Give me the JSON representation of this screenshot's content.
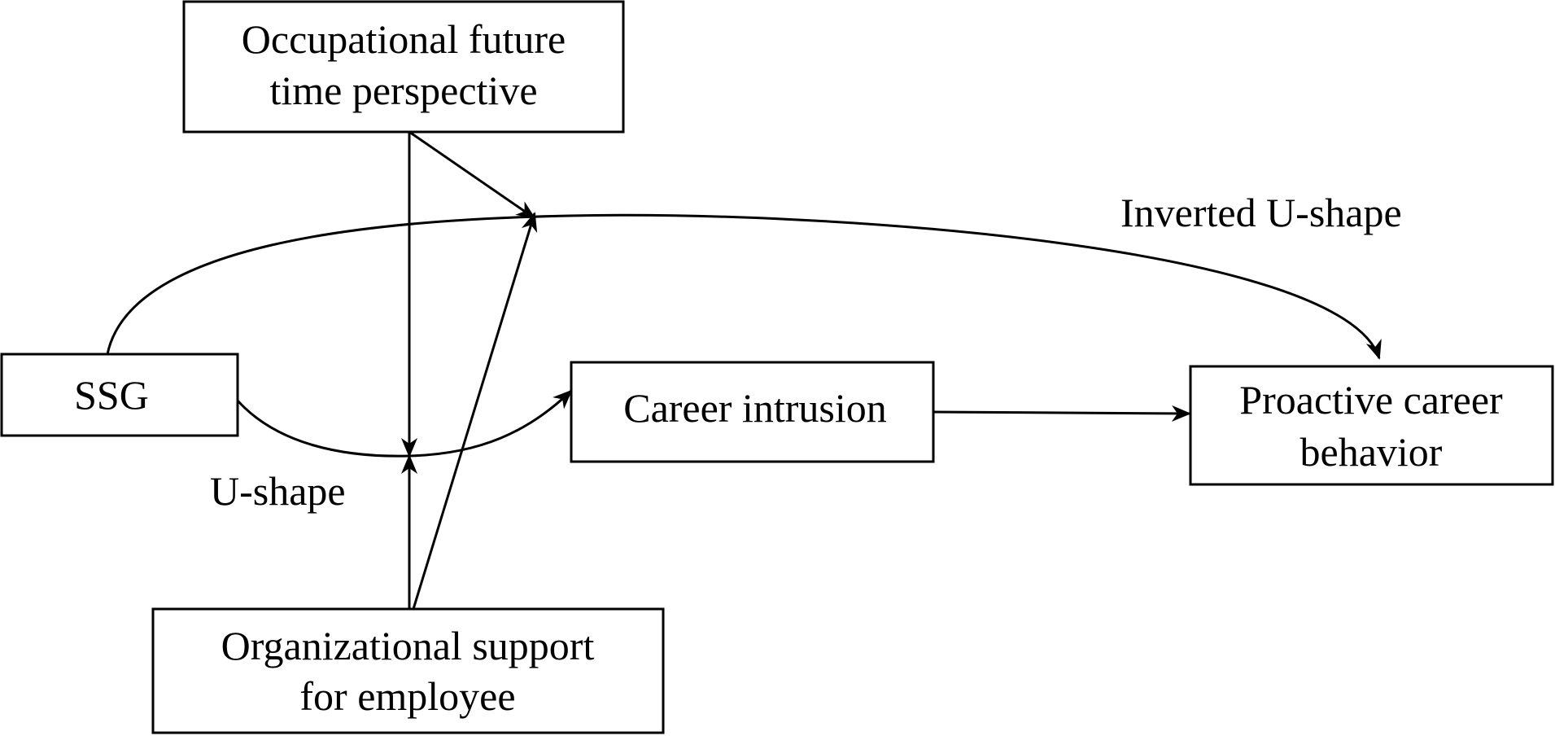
{
  "nodes": {
    "ssg": {
      "label": "SSG"
    },
    "oftp": {
      "line1": "Occupational future",
      "line2": "time perspective"
    },
    "ose": {
      "line1": "Organizational support",
      "line2": "for employee"
    },
    "career_intrusion": {
      "label": "Career intrusion"
    },
    "pcb": {
      "line1": "Proactive career",
      "line2": "behavior"
    }
  },
  "edge_labels": {
    "inverted_u": "Inverted U-shape",
    "u_shape": "U-shape"
  },
  "edges": [
    {
      "from": "ssg",
      "to": "pcb",
      "label": "Inverted U-shape"
    },
    {
      "from": "ssg",
      "to": "career_intrusion",
      "label": "U-shape"
    },
    {
      "from": "career_intrusion",
      "to": "pcb"
    },
    {
      "from": "oftp",
      "to": "ssg-pcb path",
      "type": "moderation"
    },
    {
      "from": "oftp",
      "to": "ssg-career_intrusion path",
      "type": "moderation"
    },
    {
      "from": "ose",
      "to": "ssg-pcb path",
      "type": "moderation"
    },
    {
      "from": "ose",
      "to": "ssg-career_intrusion path",
      "type": "moderation"
    }
  ],
  "colors": {
    "stroke": "#000000",
    "background": "#ffffff"
  }
}
